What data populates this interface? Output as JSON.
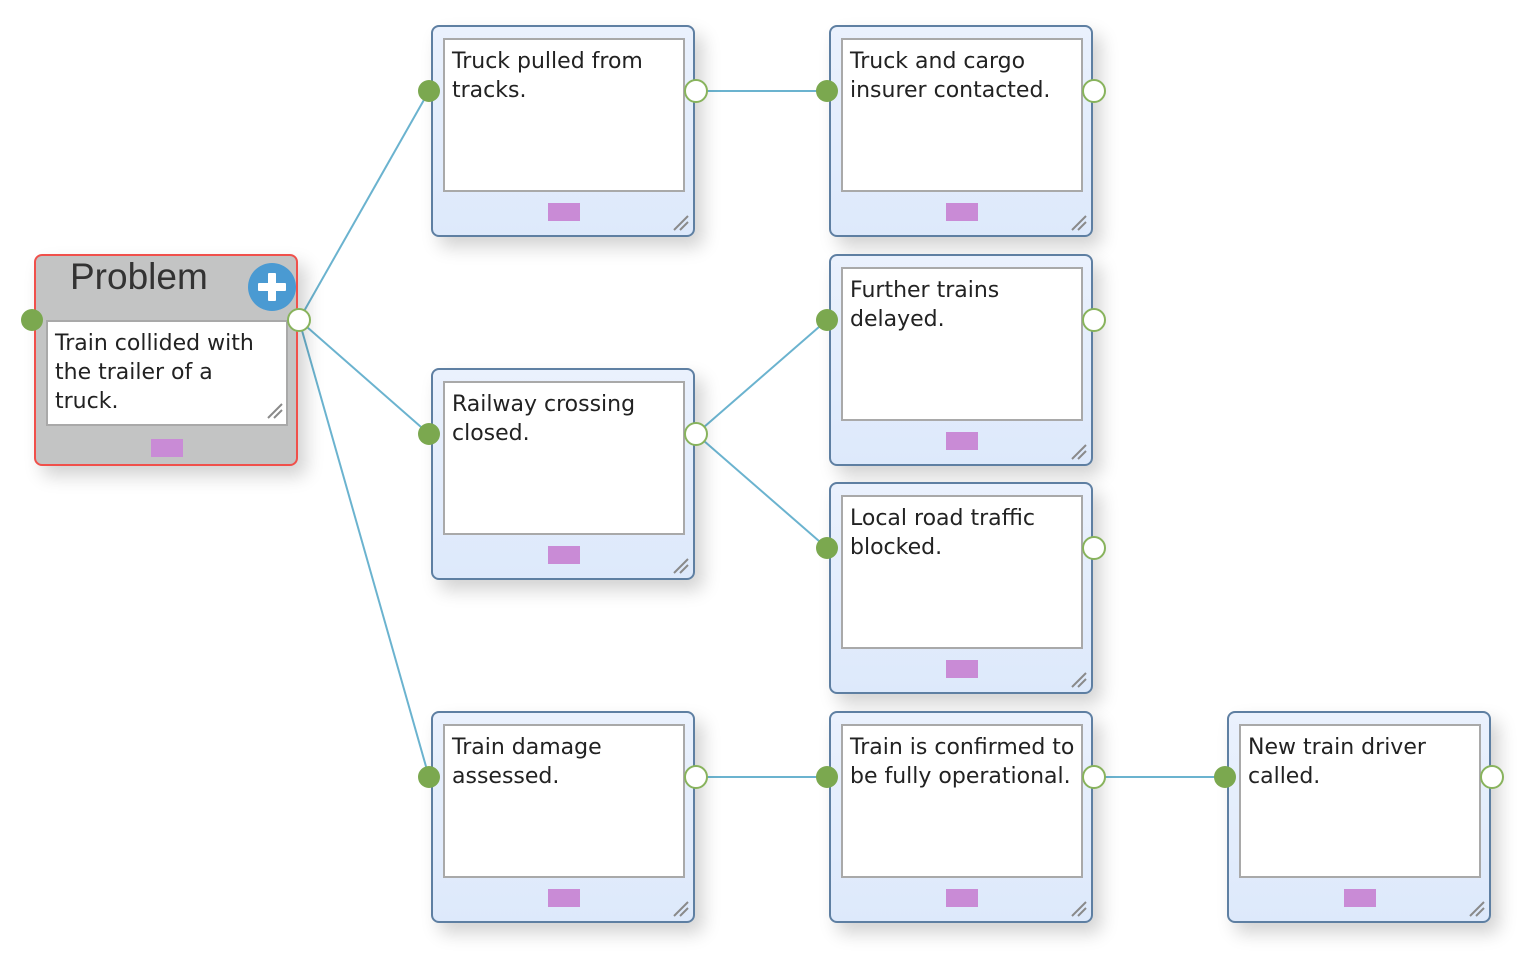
{
  "problem": {
    "title": "Problem",
    "text": "Train collided with the trailer of a truck.",
    "add_icon": "plus-circle-icon"
  },
  "nodes": [
    {
      "id": "truck-pulled",
      "text": "Truck pulled from tracks."
    },
    {
      "id": "insurer-contacted",
      "text": "Truck and cargo insurer contacted."
    },
    {
      "id": "further-trains",
      "text": "Further trains delayed."
    },
    {
      "id": "railway-closed",
      "text": "Railway crossing closed."
    },
    {
      "id": "local-road",
      "text": "Local road traffic blocked."
    },
    {
      "id": "damage-assessed",
      "text": "Train damage assessed."
    },
    {
      "id": "train-confirmed",
      "text": "Train is confirmed to be fully operational."
    },
    {
      "id": "new-driver",
      "text": "New train driver called."
    }
  ],
  "connections": [
    {
      "from": "problem",
      "to": "truck-pulled"
    },
    {
      "from": "problem",
      "to": "railway-closed"
    },
    {
      "from": "problem",
      "to": "damage-assessed"
    },
    {
      "from": "truck-pulled",
      "to": "insurer-contacted"
    },
    {
      "from": "railway-closed",
      "to": "further-trains"
    },
    {
      "from": "railway-closed",
      "to": "local-road"
    },
    {
      "from": "damage-assessed",
      "to": "train-confirmed"
    },
    {
      "from": "train-confirmed",
      "to": "new-driver"
    }
  ],
  "colors": {
    "connector": "#6bb3cf",
    "problem_border": "#f0504b",
    "node_border": "#5e7fa2",
    "port_in": "#7ba84f",
    "port_out": "#88b35c",
    "tag": "#c98bd6",
    "add_button": "#4a9ad2"
  }
}
